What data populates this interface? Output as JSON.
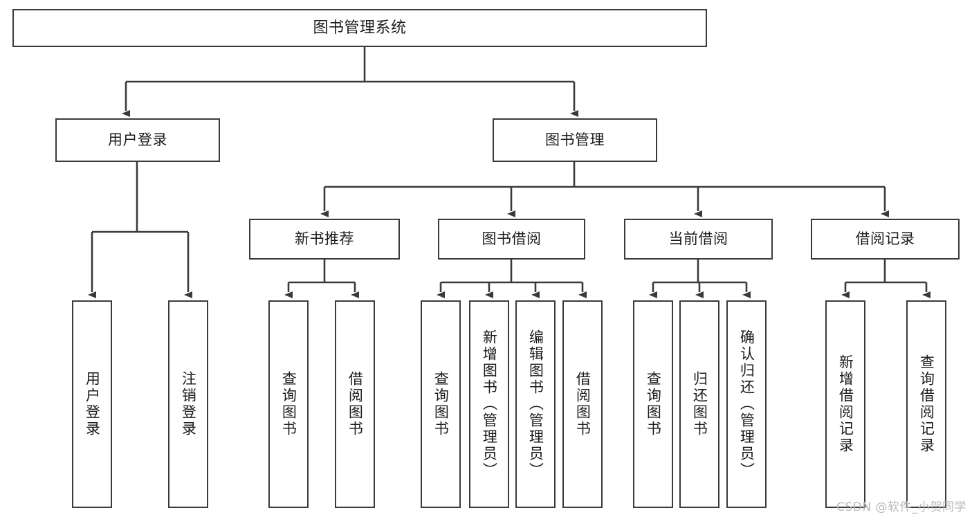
{
  "diagram": {
    "title": "图书管理系统",
    "type": "hierarchy-tree",
    "watermark": "CSDN @软件_小贺同学",
    "line_color": "#3a3a3a",
    "box_fill": "#ffffff",
    "text_color": "#1b1b1b",
    "watermark_color": "#b9b9b9"
  },
  "nodes": {
    "root": {
      "label": "图书管理系统"
    },
    "level2": [
      {
        "label": "用户登录"
      },
      {
        "label": "图书管理"
      }
    ],
    "level3": [
      {
        "label": "新书推荐"
      },
      {
        "label": "图书借阅"
      },
      {
        "label": "当前借阅"
      },
      {
        "label": "借阅记录"
      }
    ],
    "leaves": {
      "user_login": [
        {
          "label": "用户登录"
        },
        {
          "label": "注销登录"
        }
      ],
      "new_book_recommend": [
        {
          "label": "查询图书"
        },
        {
          "label": "借阅图书"
        }
      ],
      "book_borrow": [
        {
          "label": "查询图书"
        },
        {
          "label": "新增图书（管理员）"
        },
        {
          "label": "编辑图书（管理员）"
        },
        {
          "label": "借阅图书"
        }
      ],
      "current_borrow": [
        {
          "label": "查询图书"
        },
        {
          "label": "归还图书"
        },
        {
          "label": "确认归还（管理员）"
        }
      ],
      "borrow_record": [
        {
          "label": "新增借阅记录"
        },
        {
          "label": "查询借阅记录"
        }
      ]
    }
  }
}
